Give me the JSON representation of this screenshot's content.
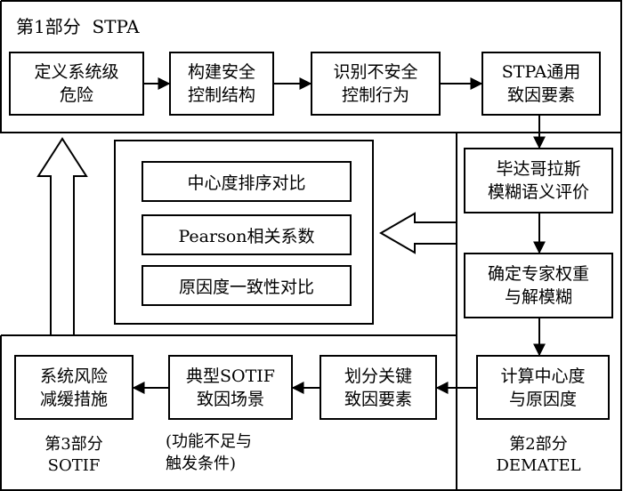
{
  "part1": {
    "title": "第1部分  STPA"
  },
  "part2": {
    "title": "第2部分\nDEMATEL"
  },
  "part3": {
    "title": "第3部分\nSOTIF"
  },
  "nodes": {
    "define_hazards": "定义系统级\n危险",
    "build_control_structure": "构建安全\n控制结构",
    "identify_uca": "识别不安全\n控制行为",
    "stpa_common_factors": "STPA通用\n致因要素",
    "pythagorean_fuzzy": "毕达哥拉斯\n模糊语义评价",
    "expert_weights": "确定专家权重\n与解模糊",
    "compute_degrees": "计算中心度\n与原因度",
    "key_factors": "划分关键\n致因要素",
    "sotif_scenarios": "典型SOTIF\n致因场景",
    "risk_mitigation": "系统风险\n减缓措施"
  },
  "scenario_note": "(功能不足与\n触发条件)",
  "comparison": {
    "items": [
      "中心度排序对比",
      "Pearson相关系数",
      "原因度一致性对比"
    ]
  }
}
